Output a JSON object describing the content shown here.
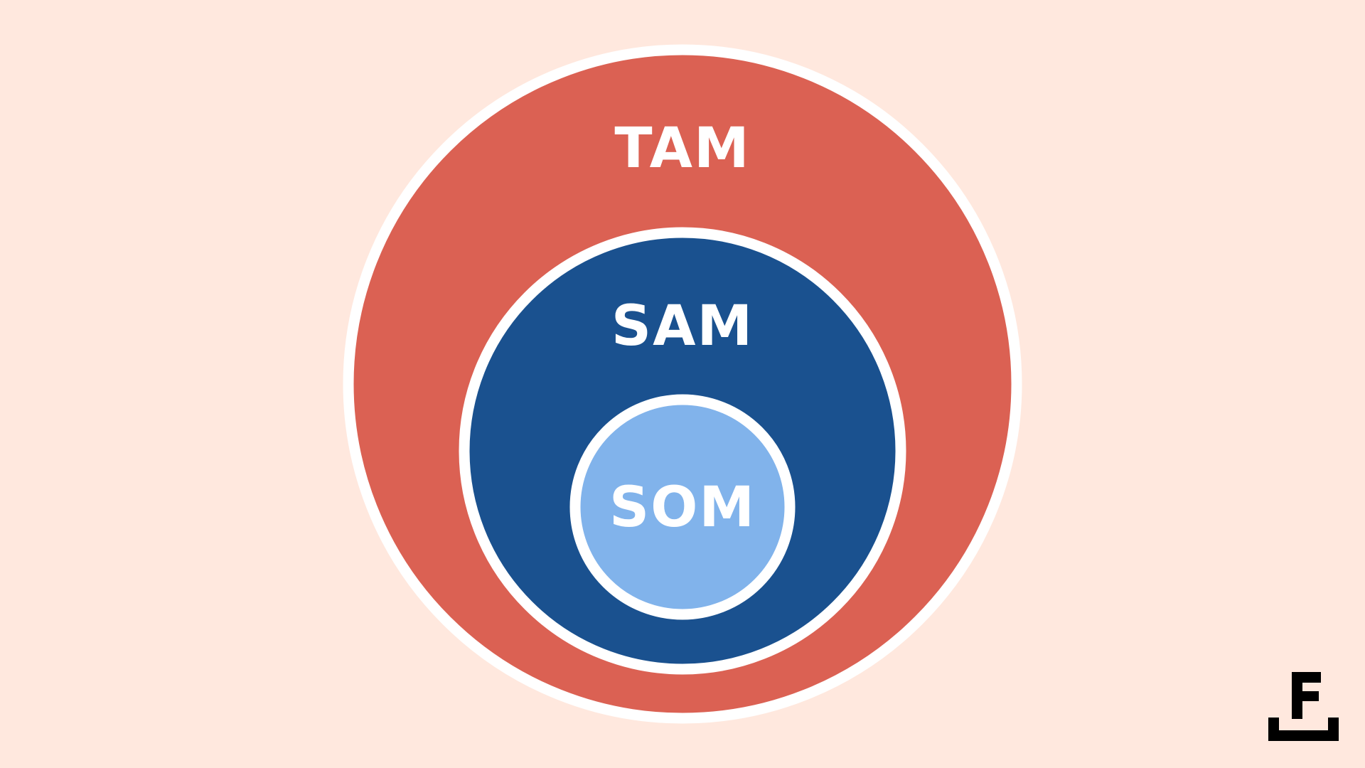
{
  "diagram": {
    "type": "nested-circles",
    "colors": {
      "background": "#FFE8DE",
      "tam": "#DB6153",
      "sam": "#1A518F",
      "som": "#81B3EB",
      "ring": "#FFFFFF"
    },
    "circles": [
      {
        "label": "TAM"
      },
      {
        "label": "SAM"
      },
      {
        "label": "SOM"
      }
    ]
  },
  "logo": {
    "letter": "F",
    "icon": "brand-logo-icon"
  }
}
